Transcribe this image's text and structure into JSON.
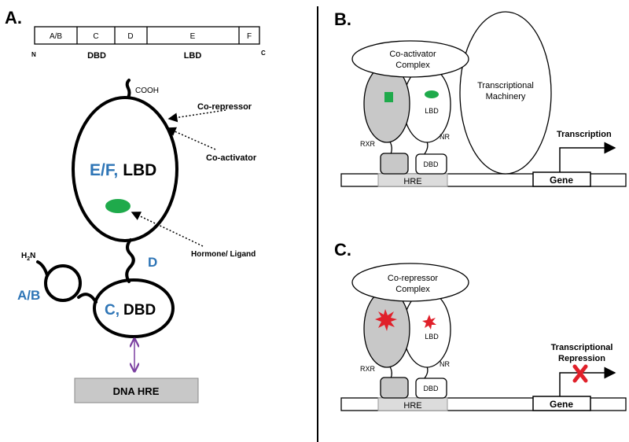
{
  "panel_a": {
    "label": "A.",
    "domains": [
      "A/B",
      "C",
      "D",
      "E",
      "F"
    ],
    "n_term": "N",
    "c_term": "C",
    "dbd": "DBD",
    "lbd": "LBD",
    "cooh": "COOH",
    "corepressor": "Co-repressor",
    "coactivator": "Co-activator",
    "lbd_blue": "E/F,",
    "lbd_black": "LBD",
    "hormone": "Hormone/ Ligand",
    "d_label": "D",
    "h2n_h": "H",
    "h2n_2": "2",
    "h2n_n": "N",
    "ab_label": "A/B",
    "dbd_blue": "C,",
    "dbd_black": "DBD",
    "dna": "DNA HRE"
  },
  "panel_b": {
    "label": "B.",
    "complex_line1": "Co-activator",
    "complex_line2": "Complex",
    "machinery_line1": "Transcriptional",
    "machinery_line2": "Machinery",
    "lbd": "LBD",
    "rxr": "RXR",
    "nr": "NR",
    "dbd": "DBD",
    "hre": "HRE",
    "gene": "Gene",
    "transcription": "Transcription"
  },
  "panel_c": {
    "label": "C.",
    "complex_line1": "Co-repressor",
    "complex_line2": "Complex",
    "lbd": "LBD",
    "rxr": "RXR",
    "nr": "NR",
    "dbd": "DBD",
    "hre": "HRE",
    "gene": "Gene",
    "repression_line1": "Transcriptional",
    "repression_line2": "Repression"
  },
  "colors": {
    "ligand": "#1faa4b",
    "red": "#e0202a",
    "gray": "#c8c8c8",
    "blue": "#2e75b6",
    "purple": "#7a3fa0"
  }
}
